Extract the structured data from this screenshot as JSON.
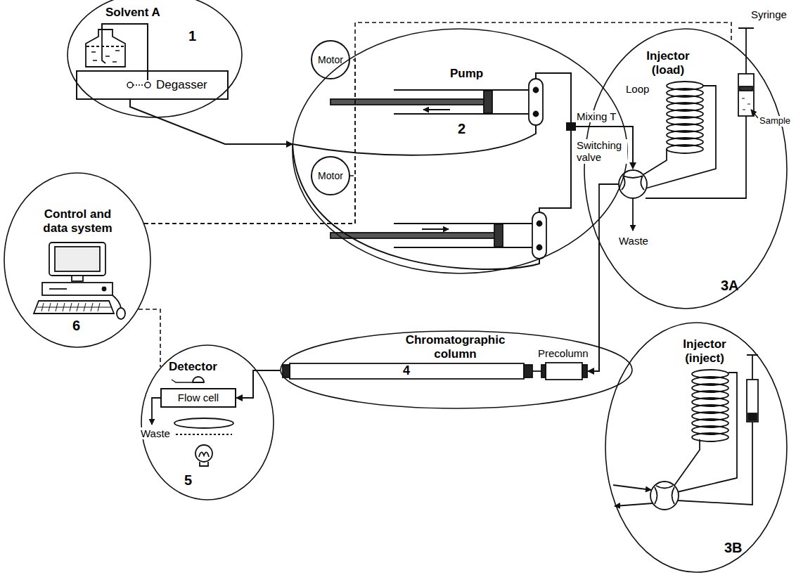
{
  "diagram": {
    "nodes": [
      {
        "text": [
          "Solvent A",
          "1"
        ]
      },
      {
        "text": [
          "Degasser"
        ],
        "in": 0
      },
      {
        "text": [
          "Pump",
          "2"
        ]
      },
      {
        "text": [
          "Motor"
        ],
        "in": 2
      },
      {
        "text": [
          "Motor"
        ],
        "in": 2
      },
      {
        "text": [
          "Injector (load)",
          "3A"
        ]
      },
      {
        "text": [
          "Injector (inject)",
          "3B"
        ]
      },
      {
        "text": [
          "Chromatographic column",
          "4"
        ]
      },
      {
        "text": [
          "Detector",
          "5"
        ]
      },
      {
        "text": [
          "Flow cell"
        ],
        "in": 8
      },
      {
        "text": [
          "Control and data system",
          "6"
        ]
      }
    ],
    "edges": [
      {
        "from": 1,
        "to": 2,
        "arrow": "to"
      },
      {
        "from": 2,
        "to": 5,
        "arrow": "to"
      },
      {
        "from": 5,
        "to": 7,
        "arrow": "to"
      },
      {
        "from": 7,
        "to": 9,
        "arrow": "to"
      },
      {
        "from": 10,
        "to": 3,
        "arrow": "none"
      },
      {
        "from": 10,
        "to": 4,
        "arrow": "none"
      },
      {
        "from": 10,
        "to": 5,
        "arrow": "none"
      },
      {
        "from": 10,
        "to": 8,
        "arrow": "none"
      }
    ],
    "labels": [
      "Syringe",
      "Loop",
      "Sample",
      "Mixing T",
      "Switching valve",
      "Waste",
      "Precolumn",
      "Waste"
    ]
  }
}
